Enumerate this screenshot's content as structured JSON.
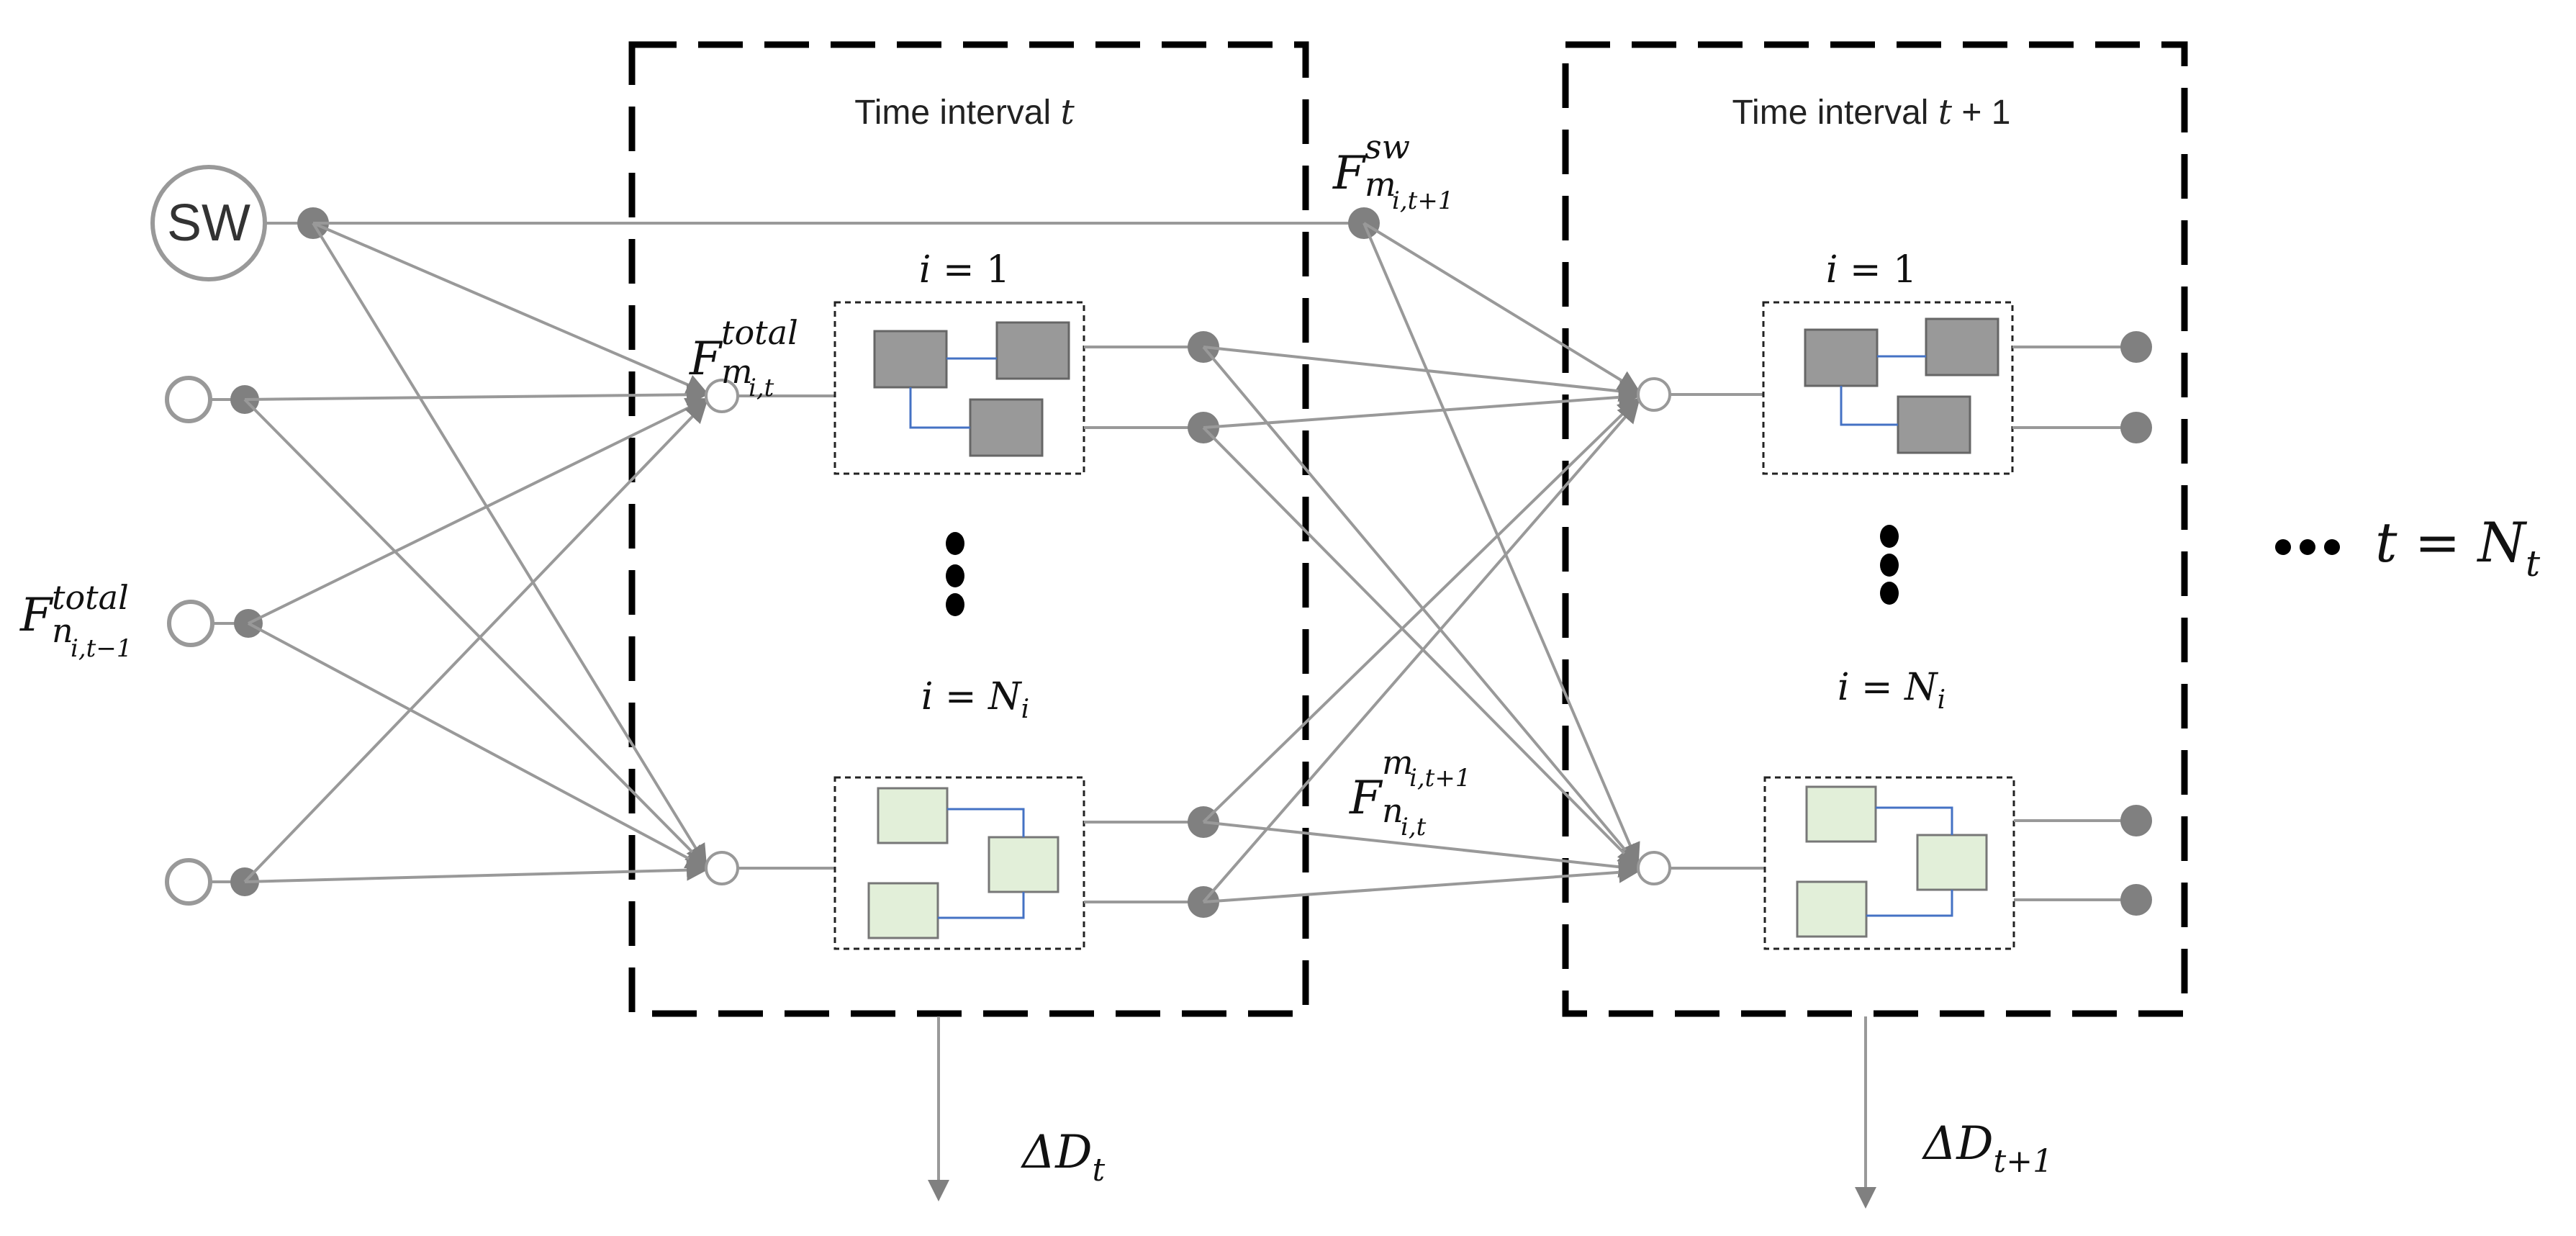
{
  "colors": {
    "line": "#9a9a9a",
    "node_fill": "#808080",
    "dark_module_fill": "#999999",
    "light_module_fill": "#e2efd9",
    "connector_blue": "#4472c4",
    "dashed_box": "#000000"
  },
  "intervals": [
    {
      "title_text": "Time interval ",
      "title_var": "t",
      "title_suffix": "",
      "top_label": {
        "lhs": "i",
        "rhs": "1"
      },
      "bottom_label": {
        "lhs": "i",
        "rhs": "N",
        "sub": "i"
      },
      "delta": {
        "base": "ΔD",
        "sub": "t"
      }
    },
    {
      "title_text": "Time interval ",
      "title_var": "t",
      "title_suffix": " + 1",
      "top_label": {
        "lhs": "i",
        "rhs": "1"
      },
      "bottom_label": {
        "lhs": "i",
        "rhs": "N",
        "sub": "i"
      },
      "delta": {
        "base": "ΔD",
        "sub": "t+1"
      }
    }
  ],
  "source_node": {
    "label": "SW"
  },
  "labels": {
    "f_total_prev": {
      "base": "F",
      "sup": "total",
      "sub": "n",
      "subsub": "i,t−1"
    },
    "f_total_in": {
      "base": "F",
      "sup": "total",
      "sub": "m",
      "subsub": "i,t"
    },
    "f_sw": {
      "base": "F",
      "sup": "sw",
      "sub": "m",
      "subsub": "i,t+1"
    },
    "f_nm": {
      "base": "F",
      "sup": "m",
      "supsub": "i,t+1",
      "sub": "n",
      "subsub": "i,t"
    },
    "continuation": {
      "lhs": "t",
      "rhs": "N",
      "sub": "t"
    }
  }
}
